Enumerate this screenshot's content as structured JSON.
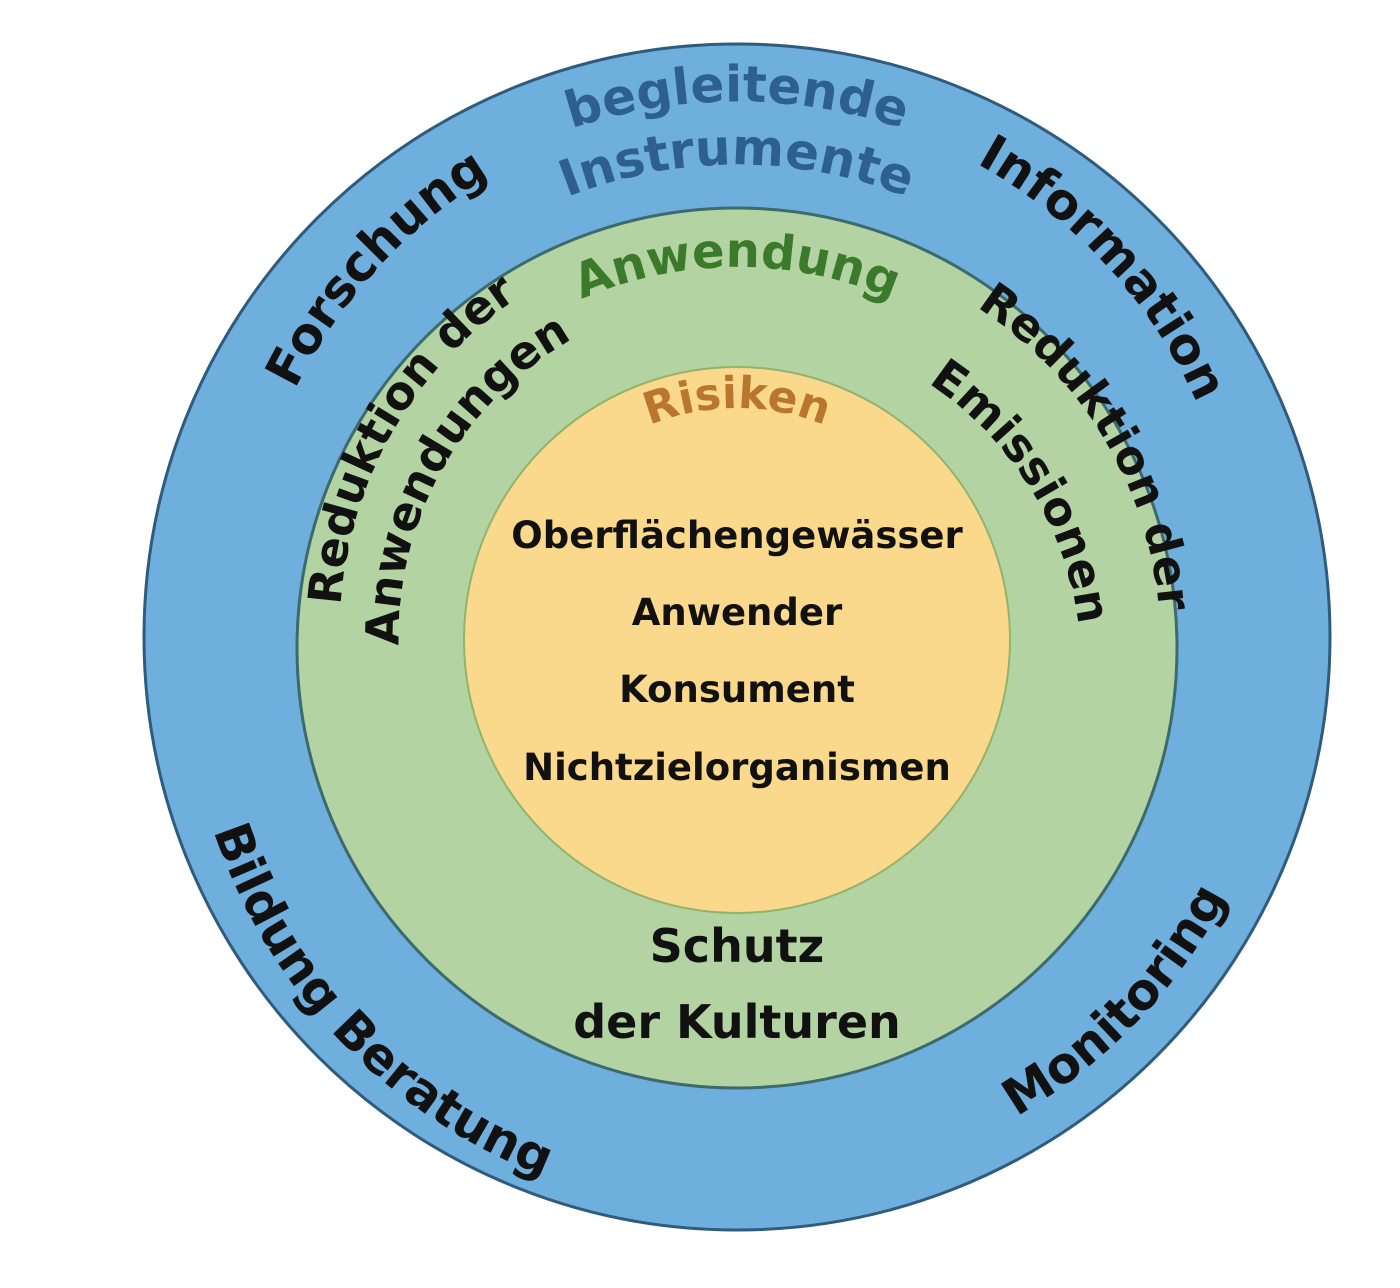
{
  "diagram": {
    "colors": {
      "outer_ring": "#6fafde",
      "outer_stroke": "#2f5b7c",
      "middle_ring": "#b3d4a2",
      "middle_stroke": "#3d6a6a",
      "inner_circle": "#fad98c",
      "inner_stroke": "#93b36a",
      "outer_title": "#2d5f8f",
      "middle_title": "#3b7a2a",
      "inner_title": "#b8772d",
      "text": "#111111"
    },
    "outer_ring": {
      "title_line1": "begleitende",
      "title_line2": "Instrumente",
      "labels": {
        "top_left": "Forschung",
        "top_right": "Information",
        "bottom_left": "Bildung Beratung",
        "bottom_right": "Monitoring"
      }
    },
    "middle_ring": {
      "title": "Anwendung",
      "left_line1": "Reduktion der",
      "left_line2": "Anwendungen",
      "right_line1": "Reduktion der",
      "right_line2": "Emissionen",
      "bottom_line1": "Schutz",
      "bottom_line2": "der Kulturen"
    },
    "inner_circle": {
      "title": "Risiken",
      "items": [
        "Oberflächengewässer",
        "Anwender",
        "Konsument",
        "Nichtzielorganismen"
      ]
    }
  }
}
